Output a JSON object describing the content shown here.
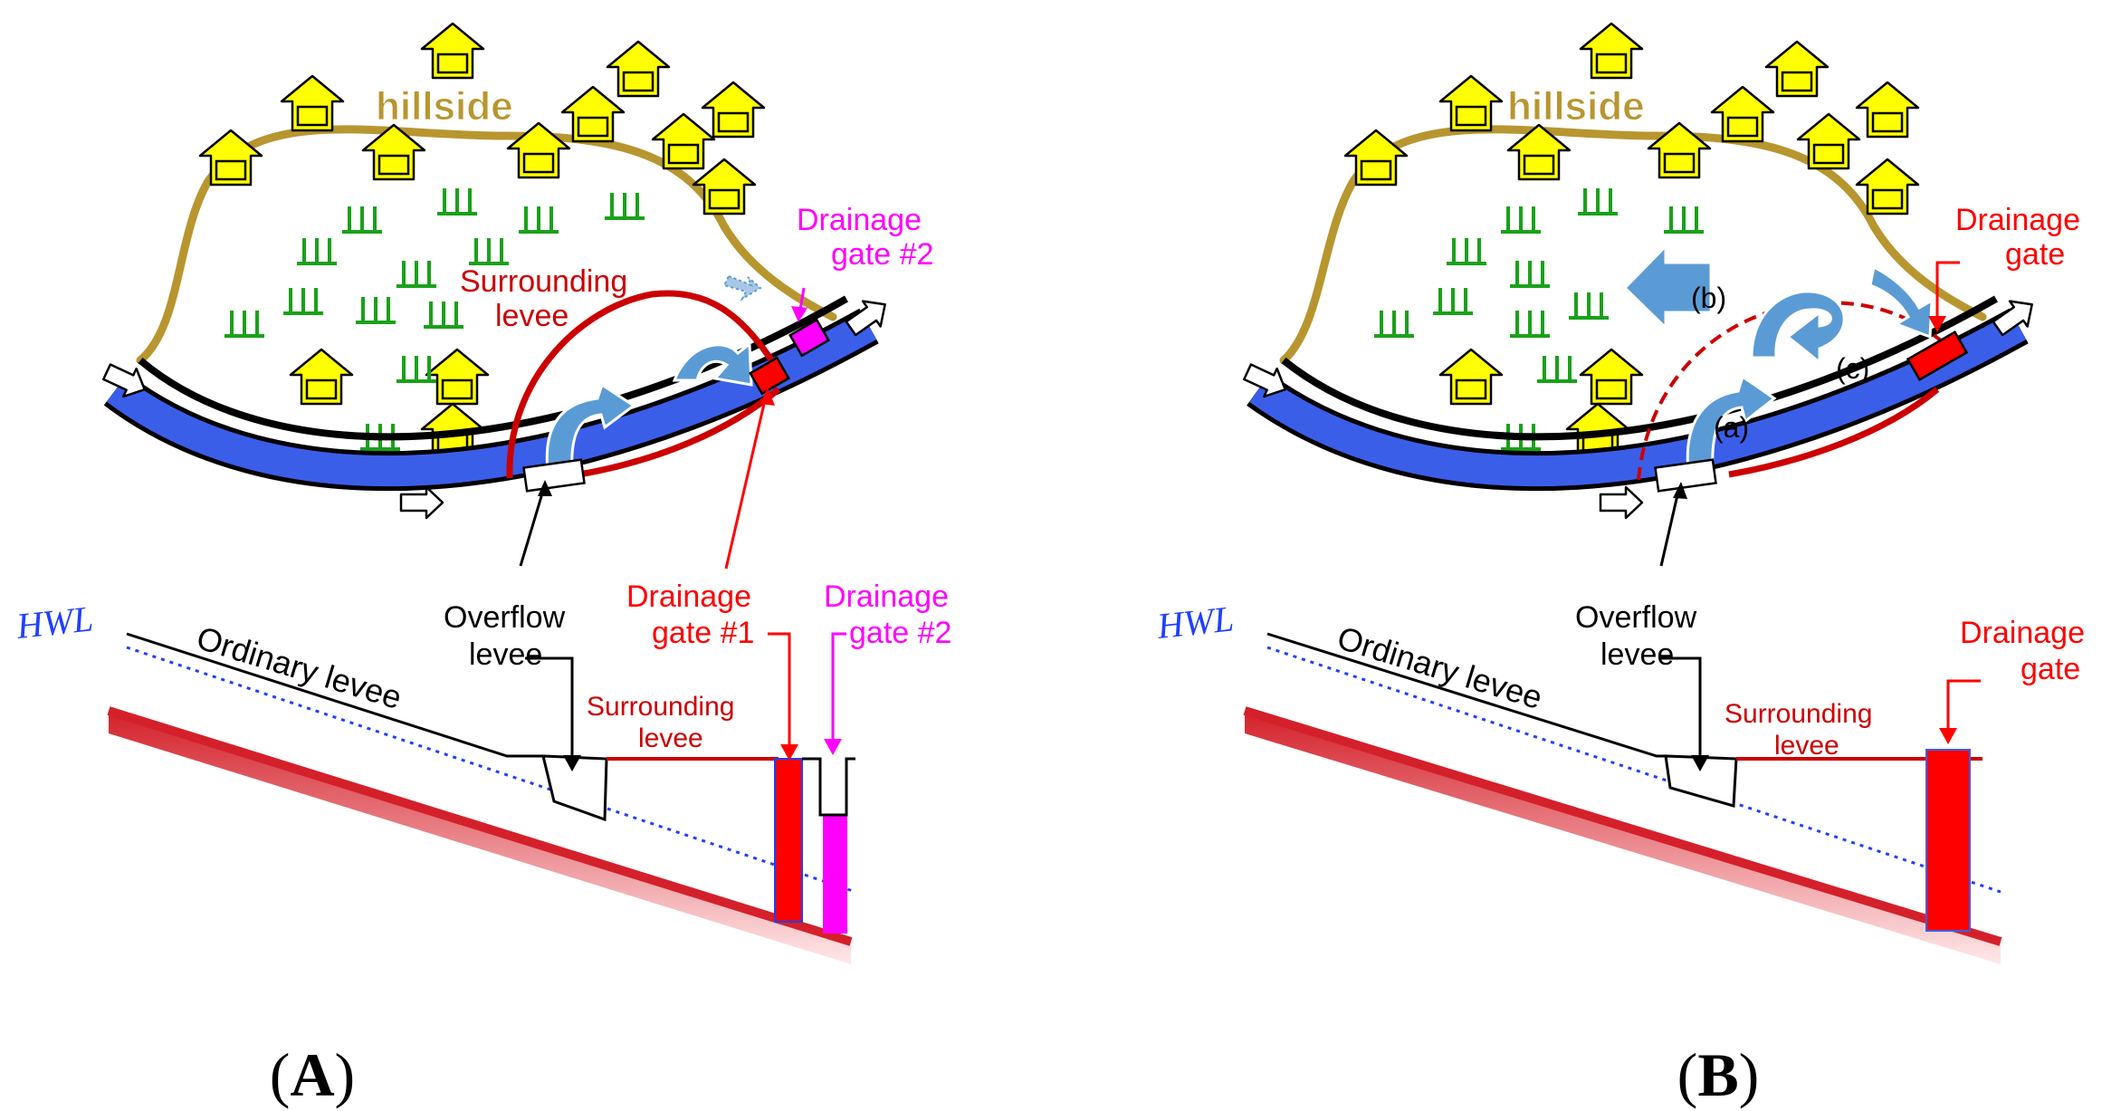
{
  "colors": {
    "river": "#3b5ee9",
    "river_edge": "#000000",
    "hillside": "#b8962f",
    "house": "#ffff00",
    "house_edge": "#000000",
    "field": "#1aa11a",
    "flow_arrow": "#5b9bd5",
    "surrounding": "#cc0000",
    "gate1": "#ff0000",
    "gate2": "#ff00ff",
    "hwl": "#1f3fff",
    "ground": "#d4202a"
  },
  "panel_a": {
    "hillside": "hillside",
    "surrounding_top_1": "Surrounding",
    "surrounding_top_2": "levee",
    "gate2_top_1": "Drainage",
    "gate2_top_2": "gate #2",
    "overflow_1": "Overflow",
    "overflow_2": "levee",
    "gate1_1": "Drainage",
    "gate1_2": "gate #1",
    "gate2_1": "Drainage",
    "gate2_2": "gate #2",
    "hwl": "HWL",
    "ordinary": "Ordinary levee",
    "surrounding_1": "Surrounding",
    "surrounding_2": "levee",
    "caption_open": "(",
    "caption_letter": "A",
    "caption_close": ")"
  },
  "panel_b": {
    "hillside": "hillside",
    "gate_top_1": "Drainage",
    "gate_top_2": "gate",
    "label_a": "(a)",
    "label_b": "(b)",
    "label_c": "(c)",
    "overflow_1": "Overflow",
    "overflow_2": "levee",
    "hwl": "HWL",
    "ordinary": "Ordinary levee",
    "surrounding_1": "Surrounding",
    "surrounding_2": "levee",
    "gate_1": "Drainage",
    "gate_2": "gate",
    "caption_open": "(",
    "caption_letter": "B",
    "caption_close": ")"
  }
}
